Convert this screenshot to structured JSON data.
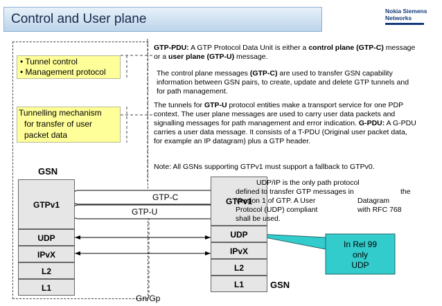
{
  "slide": {
    "title": "Control and User plane",
    "logo_line1": "Nokia Siemens",
    "logo_line2": "Networks"
  },
  "left_boxes": {
    "box1_item1": "• Tunnel control",
    "box1_item2": "• Management protocol",
    "box2_line1": "Tunnelling mechanism",
    "box2_line2": "for transfer of user",
    "box2_line3": "packet data"
  },
  "paragraphs": {
    "p1": {
      "a": "GTP-PDU:",
      "b": " A GTP Protocol Data Unit is either a ",
      "c": "control plane (GTP-C)",
      "d": " message or a ",
      "e": "user plane (GTP-U)",
      "f": " message."
    },
    "p2": {
      "a": "The control plane messages ",
      "b": "(GTP-C)",
      "c": " are used to transfer GSN capability information between GSN pairs, to create, update and delete GTP tunnels and for path management."
    },
    "p3": {
      "a": "The tunnels for ",
      "b": "GTP-U",
      "c": " protocol entities make a transport service for one PDP context. The user plane messages are used to carry user data packets and signalling messages for path management and error indication. ",
      "d": "G-PDU:",
      "e": " A G-PDU carries a user data message. It consists of a T-PDU (Original user packet data, for example an IP datagram) plus a GTP header."
    },
    "p4": "Note: All GSNs supporting GTPv1 must support a fallback to GTPv0."
  },
  "udp_note": {
    "l1": "UDP/IP is the only path protocol",
    "l2": "defined to transfer GTP messages in",
    "l2b": "the",
    "l3": "Version 1 of GTP. A User",
    "l3b": "Datagram",
    "l4": "Protocol (UDP) compliant",
    "l4b": "with RFC 768",
    "l5": "shall be used."
  },
  "diagram": {
    "gsn_left": "GSN",
    "gsn_right": "GSN",
    "left_stack": [
      "GTPv1",
      "UDP",
      "IPvX",
      "L2",
      "L1"
    ],
    "right_stack": [
      "GTPv1",
      "UDP",
      "IPvX",
      "L2",
      "L1"
    ],
    "tunnel_c": "GTP-C",
    "tunnel_u": "GTP-U",
    "interface": "Gn/Gp",
    "callout_l1": "In Rel 99",
    "callout_l2": "only",
    "callout_l3": "UDP"
  },
  "colors": {
    "note_fill": "#ffff99",
    "callout_fill": "#33cccc",
    "stack_fill": "#e6e6e6",
    "title_text": "#1a2b4c"
  }
}
